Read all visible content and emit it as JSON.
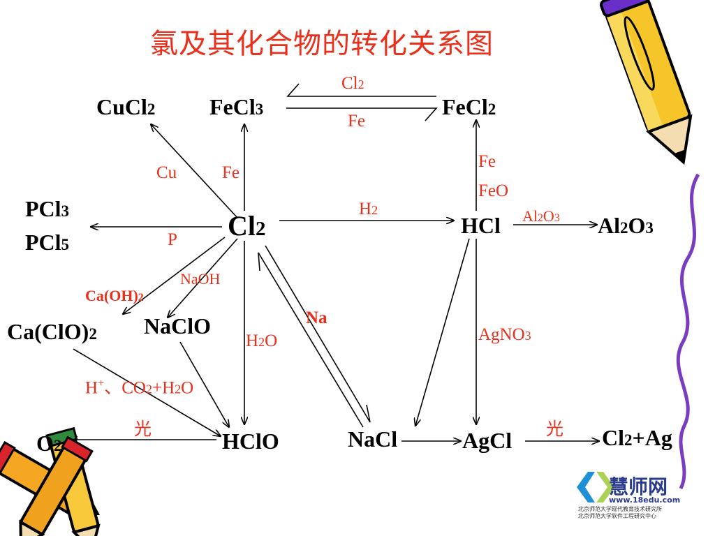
{
  "title": "氯及其化合物的转化关系图",
  "nodes": {
    "cucl2": "CuCl2",
    "fecl3": "FeCl3",
    "fecl2": "FeCl2",
    "pcl3": "PCl3",
    "pcl5": "PCl5",
    "cl2": "Cl2",
    "hcl": "HCl",
    "al2o3": "Al2O3",
    "caclo2": "Ca(ClO)2",
    "naclo": "NaClO",
    "hclo": "HClO",
    "nacl": "NaCl",
    "agcl": "AgCl",
    "cl2ag": "Cl2+Ag",
    "o2": "O2"
  },
  "labels": {
    "cl2_top": "Cl2",
    "fe_top": "Fe",
    "cu": "Cu",
    "fe_left": "Fe",
    "fe_right": "Fe",
    "feo": "FeO",
    "h2": "H2",
    "al2o3_arrow": "Al2O3",
    "p": "P",
    "naoh": "NaOH",
    "caoh2": "Ca(OH)2",
    "na": "Na",
    "h2o": "H2O",
    "agno3": "AgNO3",
    "acid": "H+、CO2+H2O",
    "light_left": "光",
    "light_right": "光"
  },
  "logo": {
    "name": "慧师网",
    "url": "www.18edu.com",
    "org1": "北京师范大学现代教育技术研究所",
    "org2": "北京师范大学软件工程研究中心"
  },
  "colors": {
    "accent": "#e8301c",
    "text": "#000000",
    "logo": "#2a3a8c"
  }
}
